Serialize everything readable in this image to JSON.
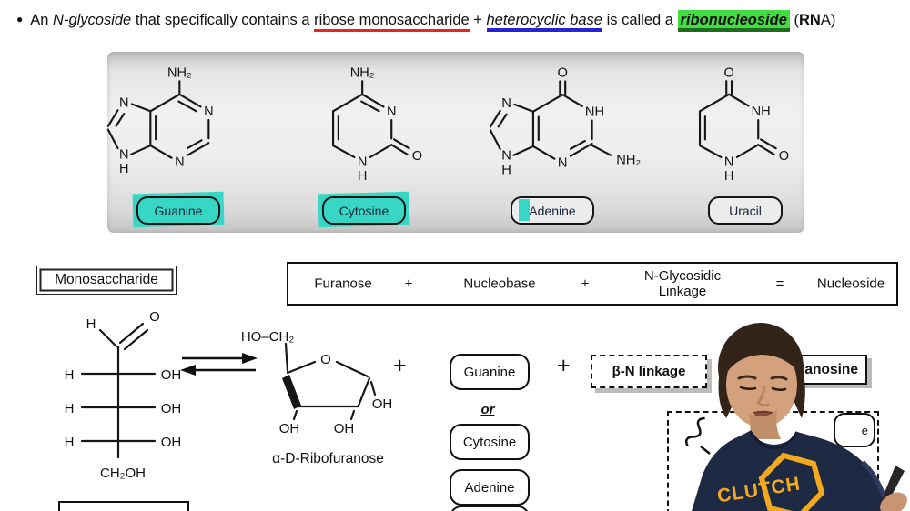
{
  "header": {
    "bullet": "●",
    "seg1": "An ",
    "term_nglycoside": "N-glycoside",
    "seg2": " that specifically contains a ",
    "term_ribose": "ribose monosaccharide",
    "seg3": " + ",
    "term_hetero": "heterocyclic base",
    "seg4": " is called a ",
    "term_ribonucleoside": "ribonucleoside",
    "seg5": " (",
    "rna_bold": "RN",
    "rna_rest": "A)"
  },
  "panel": {
    "bases": [
      {
        "label": "Guanine",
        "atoms": {
          "top": "NH₂",
          "right": "N",
          "bottom": "N",
          "penta_top": "N",
          "penta_bottom": "N",
          "penta_h": "H"
        }
      },
      {
        "label": "Cytosine",
        "atoms": {
          "top": "NH₂",
          "right": "N",
          "bottom": "N",
          "bottom_h": "H",
          "keto": "O"
        }
      },
      {
        "label": "Adenine",
        "atoms": {
          "top": "O",
          "right": "NH",
          "bottom": "N",
          "amine": "NH₂",
          "penta_top": "N",
          "penta_bottom": "N",
          "penta_h": "H"
        }
      },
      {
        "label": "Uracil",
        "atoms": {
          "top": "O",
          "right": "NH",
          "bottom": "N",
          "bottom_h": "H",
          "keto": "O"
        }
      }
    ]
  },
  "monosaccharide_label": "Monosaccharide",
  "equation": {
    "furanose": "Furanose",
    "plus1": "+",
    "nucleobase": "Nucleobase",
    "plus2": "+",
    "linkage_line1": "N-Glycosidic",
    "linkage_line2": "Linkage",
    "equals": "=",
    "nucleoside": "Nucleoside"
  },
  "fischer": {
    "top_h": "H",
    "top_o": "O",
    "rung1_l": "H",
    "rung1_r": "OH",
    "rung2_l": "H",
    "rung2_r": "OH",
    "rung3_l": "H",
    "rung3_r": "OH",
    "tail": "CH₂OH"
  },
  "furanose": {
    "hoch2": "HO–CH₂",
    "ring_o": "O",
    "oh_right": "OH",
    "oh_left": "OH",
    "oh_mid": "OH",
    "caption": "α-D-Ribofuranose"
  },
  "reaction": {
    "plus1": "+",
    "plus2": "+",
    "or": "or",
    "base1": "Guanine",
    "base2": "Cytosine",
    "base3": "Adenine",
    "linkage": "β-N linkage",
    "product_visible": "uanosine",
    "hidden_box_visible": "e"
  },
  "person": {
    "shirt_text": "CLUTCH"
  },
  "colors": {
    "cyan": "#38d7c5",
    "green": "#42dd42",
    "navy": "#1e2944",
    "gold": "#f2a91e",
    "red-ul": "#e0281e",
    "blue-ul": "#2522d8",
    "dgreen-ul": "#1d6b1d"
  }
}
